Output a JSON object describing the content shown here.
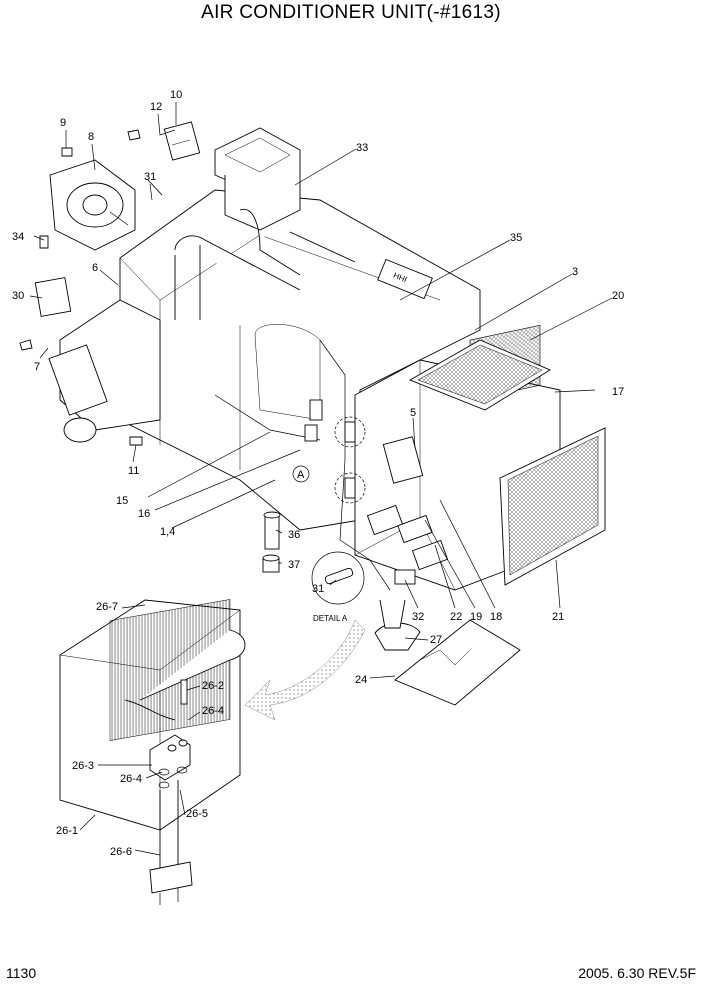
{
  "title": "AIR CONDITIONER UNIT(-#1613)",
  "page_number": "1130",
  "revision": "2005. 6.30  REV.5F",
  "detail_label": "DETAIL A",
  "detail_marker": "A",
  "unit_badge": "HHI",
  "callouts": {
    "c1_4": "1,4",
    "c3": "3",
    "c5": "5",
    "c6": "6",
    "c7": "7",
    "c8": "8",
    "c9": "9",
    "c10": "10",
    "c11": "11",
    "c12": "12",
    "c15": "15",
    "c16": "16",
    "c17": "17",
    "c18": "18",
    "c19": "19",
    "c20": "20",
    "c21": "21",
    "c22": "22",
    "c24": "24",
    "c26_1": "26-1",
    "c26_2": "26-2",
    "c26_3": "26-3",
    "c26_4a": "26-4",
    "c26_4b": "26-4",
    "c26_5": "26-5",
    "c26_6": "26-6",
    "c26_7": "26-7",
    "c27": "27",
    "c30": "30",
    "c31a": "31",
    "c31b": "31",
    "c32": "32",
    "c33": "33",
    "c34": "34",
    "c35": "35",
    "c36": "36",
    "c37": "37"
  }
}
